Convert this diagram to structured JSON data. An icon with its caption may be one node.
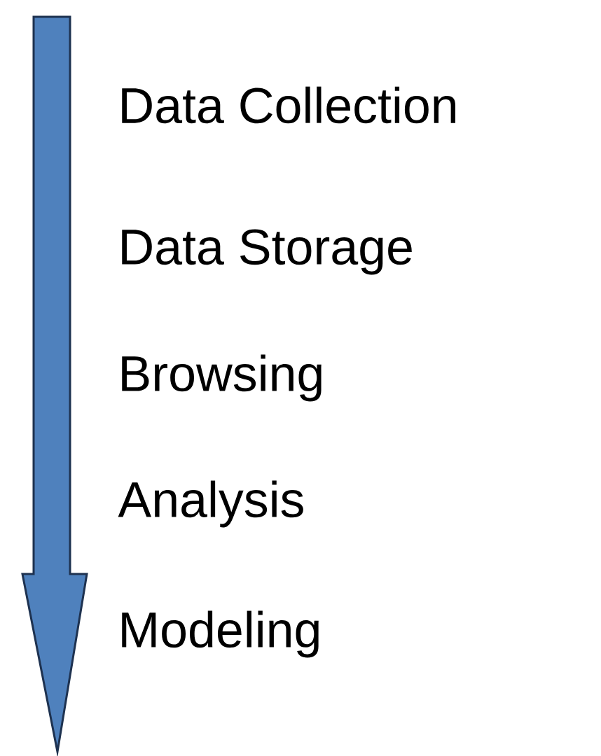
{
  "diagram": {
    "labels": [
      "Data Collection",
      "Data Storage",
      "Browsing",
      "Analysis",
      "Modeling"
    ]
  }
}
